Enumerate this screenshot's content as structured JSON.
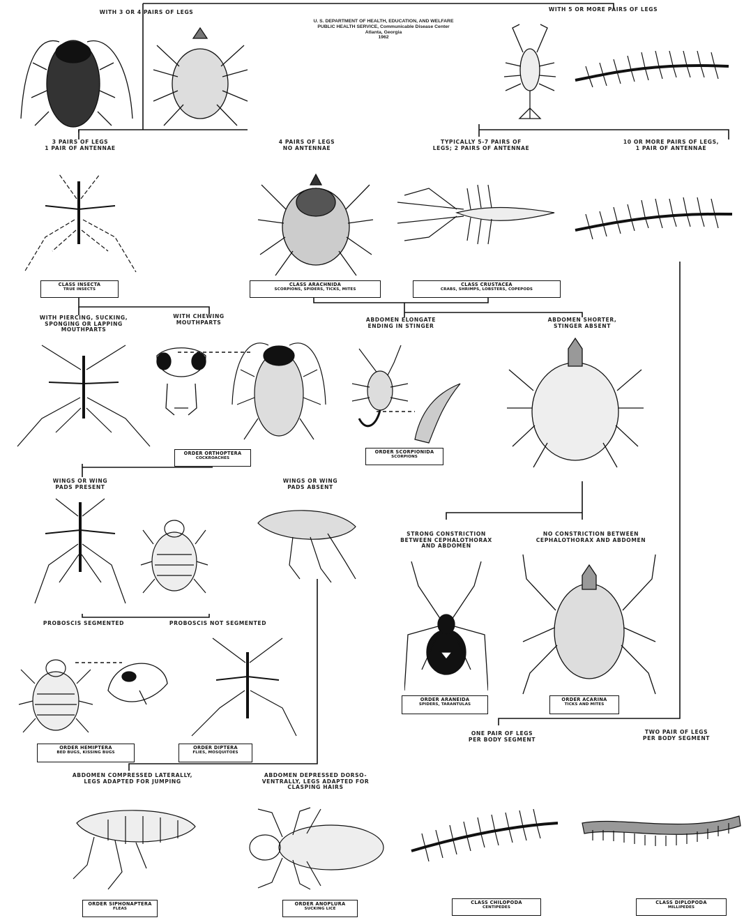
{
  "header": {
    "line1": "U. S. DEPARTMENT OF HEALTH, EDUCATION, AND WELFARE",
    "line2": "PUBLIC HEALTH SERVICE, Communicable Disease Center",
    "line3": "Atlanta, Georgia",
    "line4": "1962"
  },
  "top": {
    "left_label": "WITH 3 OR 4 PAIRS OF LEGS",
    "right_label": "WITH 5 OR MORE PAIRS OF LEGS"
  },
  "level2": {
    "insecta_label": "3 PAIRS OF LEGS\n1 PAIR OF ANTENNAE",
    "arachnida_label": "4 PAIRS OF LEGS\nNO ANTENNAE",
    "crustacea_label": "TYPICALLY 5-7 PAIRS OF\nLEGS; 2 PAIRS OF ANTENNAE",
    "myriapod_label": "10 OR MORE PAIRS OF LEGS,\n1 PAIR OF ANTENNAE"
  },
  "classes": {
    "insecta": {
      "name": "CLASS INSECTA",
      "sub": "TRUE INSECTS"
    },
    "arachnida": {
      "name": "CLASS ARACHNIDA",
      "sub": "SCORPIONS, SPIDERS, TICKS, MITES"
    },
    "crustacea": {
      "name": "CLASS CRUSTACEA",
      "sub": "CRABS, SHRIMPS, LOBSTERS, COPEPODS"
    }
  },
  "level3": {
    "piercing_label": "WITH PIERCING, SUCKING,\nSPONGING OR LAPPING\nMOUTHPARTS",
    "chewing_label": "WITH CHEWING\nMOUTHPARTS",
    "stinger_label": "ABDOMEN ELONGATE\nENDING IN STINGER",
    "nostinger_label": "ABDOMEN SHORTER,\nSTINGER ABSENT"
  },
  "orders_mid": {
    "orthoptera": {
      "name": "ORDER ORTHOPTERA",
      "sub": "COCKROACHES"
    },
    "scorpionida": {
      "name": "ORDER SCORPIONIDA",
      "sub": "SCORPIONS"
    }
  },
  "level4": {
    "wings_label": "WINGS OR WING\nPADS PRESENT",
    "nowings_label": "WINGS OR WING\nPADS ABSENT",
    "constriction_label": "STRONG CONSTRICTION\nBETWEEN CEPHALOTHORAX\nAND ABDOMEN",
    "noconstriction_label": "NO CONSTRICTION BETWEEN\nCEPHALOTHORAX AND ABDOMEN"
  },
  "level5": {
    "segmented_label": "PROBOSCIS SEGMENTED",
    "notsegmented_label": "PROBOSCIS NOT SEGMENTED"
  },
  "orders_low": {
    "hemiptera": {
      "name": "ORDER HEMIPTERA",
      "sub": "BED BUGS, KISSING BUGS"
    },
    "diptera": {
      "name": "ORDER DIPTERA",
      "sub": "FLIES, MOSQUITOES"
    },
    "araneida": {
      "name": "ORDER ARANEIDA",
      "sub": "SPIDERS, TARANTULAS"
    },
    "acarina": {
      "name": "ORDER ACARINA",
      "sub": "TICKS AND MITES"
    }
  },
  "legs_per_segment": {
    "one_label": "ONE PAIR OF LEGS\nPER BODY SEGMENT",
    "two_label": "TWO PAIR OF LEGS\nPER BODY SEGMENT"
  },
  "level6": {
    "jumping_label": "ABDOMEN COMPRESSED LATERALLY,\nLEGS ADAPTED FOR JUMPING",
    "clasping_label": "ABDOMEN DEPRESSED DORSO-\nVENTRALLY, LEGS ADAPTED FOR\nCLASPING HAIRS"
  },
  "orders_bottom": {
    "siphonaptera": {
      "name": "ORDER SIPHONAPTERA",
      "sub": "FLEAS"
    },
    "anoplura": {
      "name": "ORDER ANOPLURA",
      "sub": "SUCKING LICE"
    },
    "chilopoda": {
      "name": "CLASS CHILOPODA",
      "sub": "CENTIPEDES"
    },
    "diplopoda": {
      "name": "CLASS DIPLOPODA",
      "sub": "MILLIPEDES"
    }
  }
}
